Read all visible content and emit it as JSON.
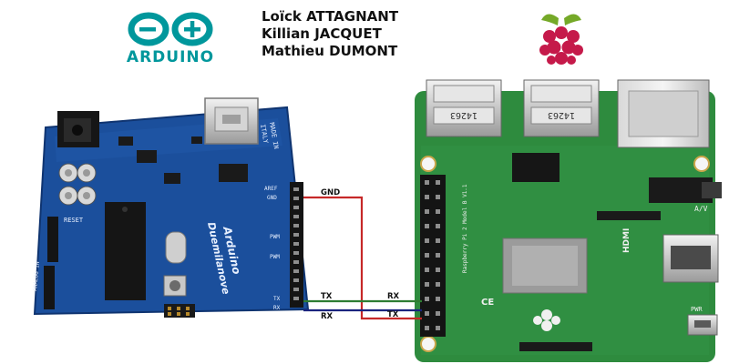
{
  "authors": [
    "Loïck ATTAGNANT",
    "Killian JACQUET",
    "Mathieu DUMONT"
  ],
  "logos": {
    "arduino": {
      "wordmark": "ARDUINO",
      "color": "#00979C"
    },
    "raspberry_pi": {
      "color": "#C51A4A",
      "leaf_color": "#75A928"
    }
  },
  "arduino_board": {
    "made_in": "MADE IN",
    "country": "ITALY",
    "model": "Duemilanove",
    "brand": "Arduino",
    "label_reset": "RESET",
    "label_analog": "ANALOG IN",
    "label_aref": "AREF",
    "label_gnd": "GND",
    "label_pwm": "PWM",
    "label_tx": "TX",
    "label_rx": "RX",
    "usb_icon": "usb-connector-icon",
    "power_icon": "dc-jack-icon",
    "color": "#1B4F9C"
  },
  "raspberry_board": {
    "usb_label_1": "14263",
    "usb_label_2": "14263",
    "hdmi": "HDMI",
    "av": "A/V",
    "pwr": "PWR",
    "model": "Raspberry Pi 2 Model B V1.1",
    "ce": "CE",
    "color": "#2E8B3E"
  },
  "wires": [
    {
      "name": "gnd",
      "label": "GND",
      "color": "#C62828"
    },
    {
      "name": "arduino-tx-to-pi-rx",
      "label_arduino": "TX",
      "label_pi": "RX",
      "color": "#2E7D32"
    },
    {
      "name": "arduino-rx-to-pi-tx",
      "label_arduino": "RX",
      "label_pi": "TX",
      "color": "#1A237E"
    }
  ]
}
